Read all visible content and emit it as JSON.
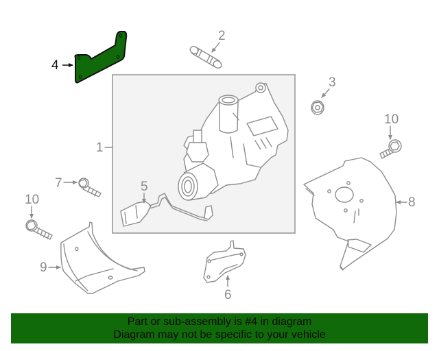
{
  "diagram": {
    "highlight_color": "#116a09",
    "line_color": "#8c8c8c",
    "box_fill": "#f3f3f3",
    "callouts": [
      {
        "id": "1",
        "label": "1"
      },
      {
        "id": "2",
        "label": "2"
      },
      {
        "id": "3",
        "label": "3"
      },
      {
        "id": "4",
        "label": "4",
        "highlighted": true
      },
      {
        "id": "5",
        "label": "5"
      },
      {
        "id": "6",
        "label": "6"
      },
      {
        "id": "7",
        "label": "7"
      },
      {
        "id": "8",
        "label": "8"
      },
      {
        "id": "9",
        "label": "9"
      },
      {
        "id": "10a",
        "label": "10"
      },
      {
        "id": "10b",
        "label": "10"
      }
    ]
  },
  "banner": {
    "line1": "Part or sub-assembly is #4 in diagram",
    "line2": "Diagram may not be specific to your vehicle",
    "background": "#116a09"
  }
}
